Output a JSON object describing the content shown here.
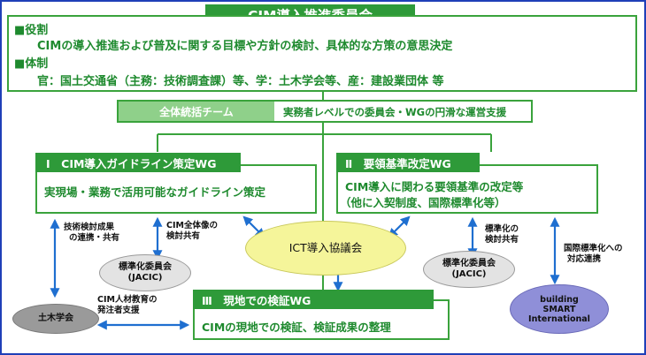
{
  "title": "CIM導入推進委員会",
  "top": {
    "role_heading": "■役割",
    "role_text": "CIMの導入推進および普及に関する目標や方針の検討、具体的な方策の意思決定",
    "system_heading": "■体制",
    "system_text": "官：国土交通省（主務：技術調査課）等、学：土木学会等、産：建設業団体 等"
  },
  "team": {
    "name": "全体統括チーム",
    "desc": "実務者レベルでの委員会・WGの円滑な運営支援"
  },
  "wg1": {
    "title": "Ⅰ　CIM導入ガイドライン策定WG",
    "body": "実現場・業務で活用可能なガイドライン策定"
  },
  "wg2": {
    "title": "Ⅱ　要領基準改定WG",
    "body_line1": "CIM導入に関わる要領基準の改定等",
    "body_line2": "（他に入契制度、国際標準化等）"
  },
  "wg3": {
    "title": "Ⅲ　現地での検証WG",
    "body": "CIMの現地での検証、検証成果の整理"
  },
  "ellipses": {
    "ict": "ICT導入協議会",
    "jacic_left_line1": "標準化委員会",
    "jacic_left_line2": "(JACIC)",
    "jacic_right_line1": "標準化委員会",
    "jacic_right_line2": "(JACIC)",
    "jsce": "土木学会",
    "bsi_line1": "building",
    "bsi_line2": "SMART",
    "bsi_line3": "International"
  },
  "labels": {
    "tech_line1": "技術検討成果",
    "tech_line2": "の連携・共有",
    "cim_line1": "CIM全体像の",
    "cim_line2": "検討共有",
    "hr_line1": "CIM人材教育の",
    "hr_line2": "発注者支援",
    "std_line1": "標準化の",
    "std_line2": "検討共有",
    "intl_line1": "国際標準化への",
    "intl_line2": "対応連携"
  },
  "colors": {
    "frame": "#1f3fb8",
    "green": "#2e9a39",
    "team_bar": "#8fd08a",
    "arrow": "#1f6fd0",
    "ict_fill": "#f5f59a",
    "jacic_fill": "#e3e3e3",
    "jsce_fill": "#9a9a9a",
    "bsi_fill": "#8f8fd8"
  }
}
